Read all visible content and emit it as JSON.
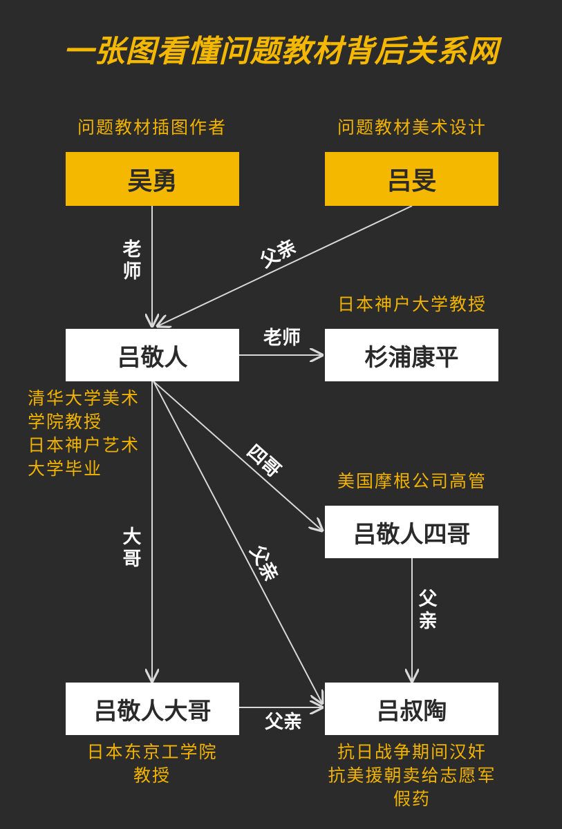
{
  "title": "一张图看懂问题教材背后关系网",
  "nodes": {
    "wuyong": {
      "name": "吴勇",
      "caption": "问题教材插图作者"
    },
    "lvmin": {
      "name": "吕旻",
      "caption": "问题教材美术设计"
    },
    "lvjingren": {
      "name": "吕敬人",
      "caption": "清华大学美术\n学院教授\n日本神户艺术\n大学毕业"
    },
    "sugiura": {
      "name": "杉浦康平",
      "caption": "日本神户大学教授"
    },
    "fourth_brother": {
      "name": "吕敬人四哥",
      "caption": "美国摩根公司高管"
    },
    "eldest_brother": {
      "name": "吕敬人大哥",
      "caption": "日本东京工学院\n教授"
    },
    "lvshutao": {
      "name": "吕叔陶",
      "caption": "抗日战争期间汉奸\n抗美援朝卖给志愿军\n假药"
    }
  },
  "edges": {
    "wuyong_to_lvjingren": "老\n师",
    "lvmin_to_lvjingren": "父亲",
    "lvjingren_to_sugiura": "老师",
    "lvjingren_to_fourth": "四哥",
    "lvjingren_to_eldest": "大\n哥",
    "lvjingren_to_lvshutao": "父亲",
    "fourth_to_lvshutao": "父\n亲",
    "eldest_to_lvshutao": "父亲"
  },
  "colors": {
    "background": "#2b2b2b",
    "accent": "#f5b800",
    "box": "#ffffff",
    "line": "#d9d9d9"
  }
}
